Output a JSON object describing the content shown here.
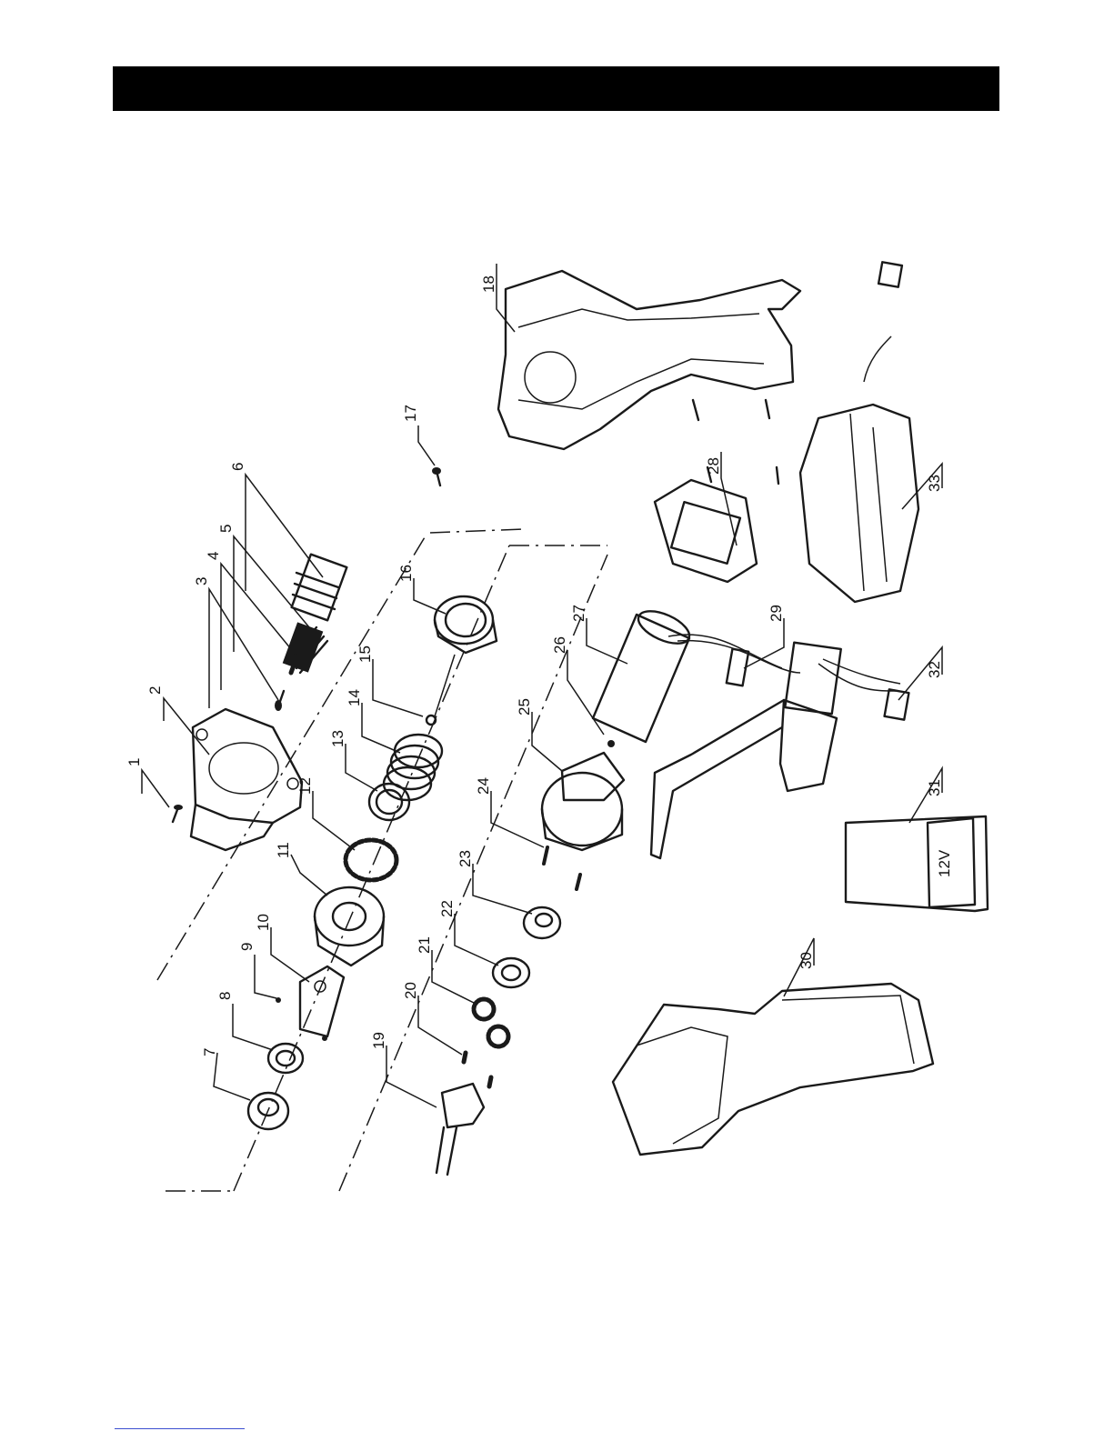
{
  "page": {
    "title_bar": ""
  },
  "diagram": {
    "part_numbers": [
      "1",
      "2",
      "3",
      "4",
      "5",
      "6",
      "7",
      "8",
      "9",
      "10",
      "11",
      "12",
      "13",
      "14",
      "15",
      "16",
      "17",
      "18",
      "19",
      "20",
      "21",
      "22",
      "23",
      "24",
      "25",
      "26",
      "27",
      "28",
      "29",
      "30",
      "31",
      "32",
      "33"
    ],
    "battery_label": "12V"
  }
}
